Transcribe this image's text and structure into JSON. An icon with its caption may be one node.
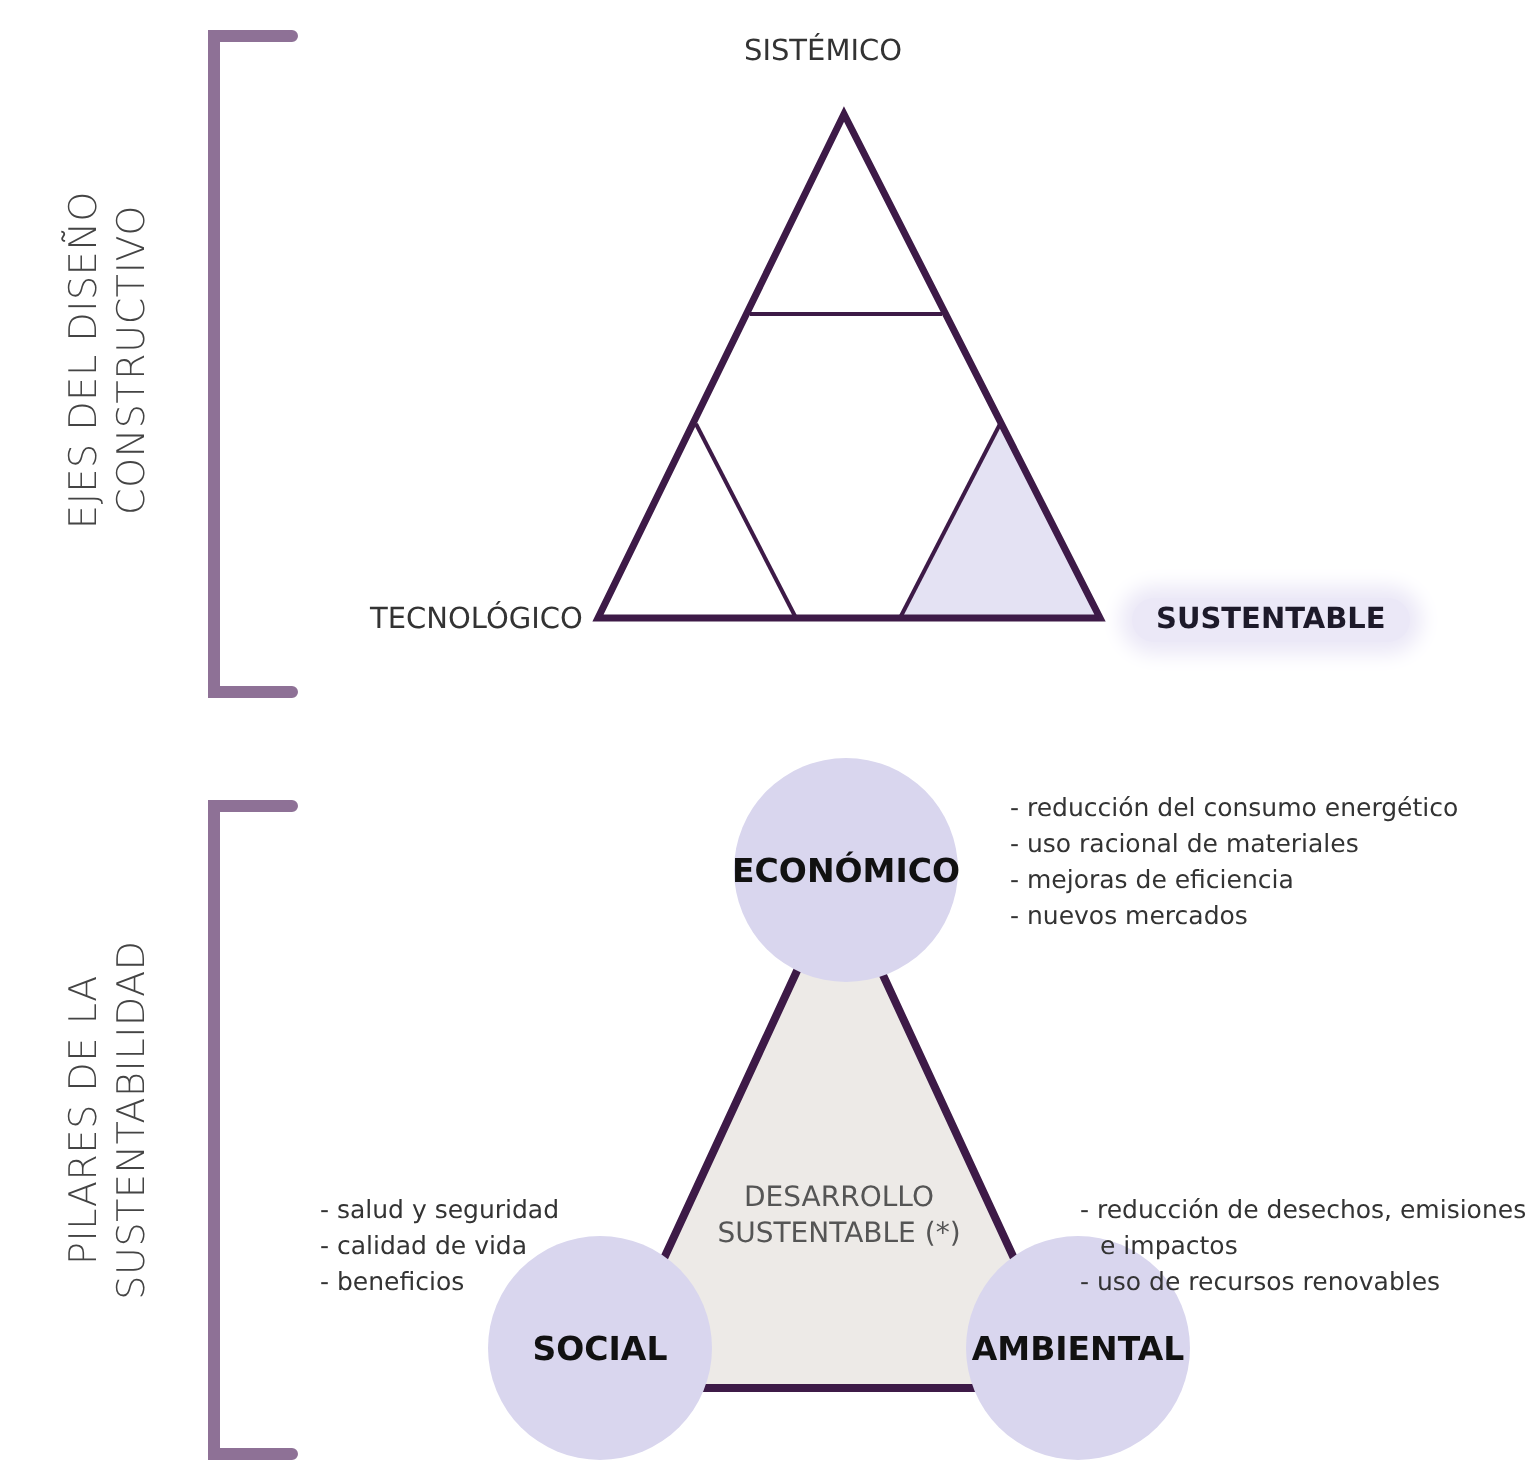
{
  "diagram": {
    "nodes": [
      {
        "text": [
          "ECONÓMICO"
        ],
        "beside": [
          "- reducción del consumo energético",
          "- uso racional de materiales",
          "- mejoras de eficiencia",
          "- nuevos mercados"
        ]
      },
      {
        "text": [
          "DESARROLLO SUSTENTABLE (*)"
        ]
      },
      {
        "text": [
          "SOCIAL"
        ],
        "beside": [
          "- salud y seguridad",
          "- calidad de vida",
          "- beneficios"
        ]
      },
      {
        "text": [
          "AMBIENTAL"
        ],
        "beside": [
          "- reducción de desechos, emisiones e impactos",
          "- uso de recursos renovables"
        ]
      }
    ],
    "labels": [
      "EJES DEL DISEÑO CONSTRUCTIVO",
      "SISTÉMICO",
      "TECNOLÓGICO",
      "SUSTENTABLE",
      "PILARES DE LA SUSTENTABILIDAD"
    ]
  }
}
